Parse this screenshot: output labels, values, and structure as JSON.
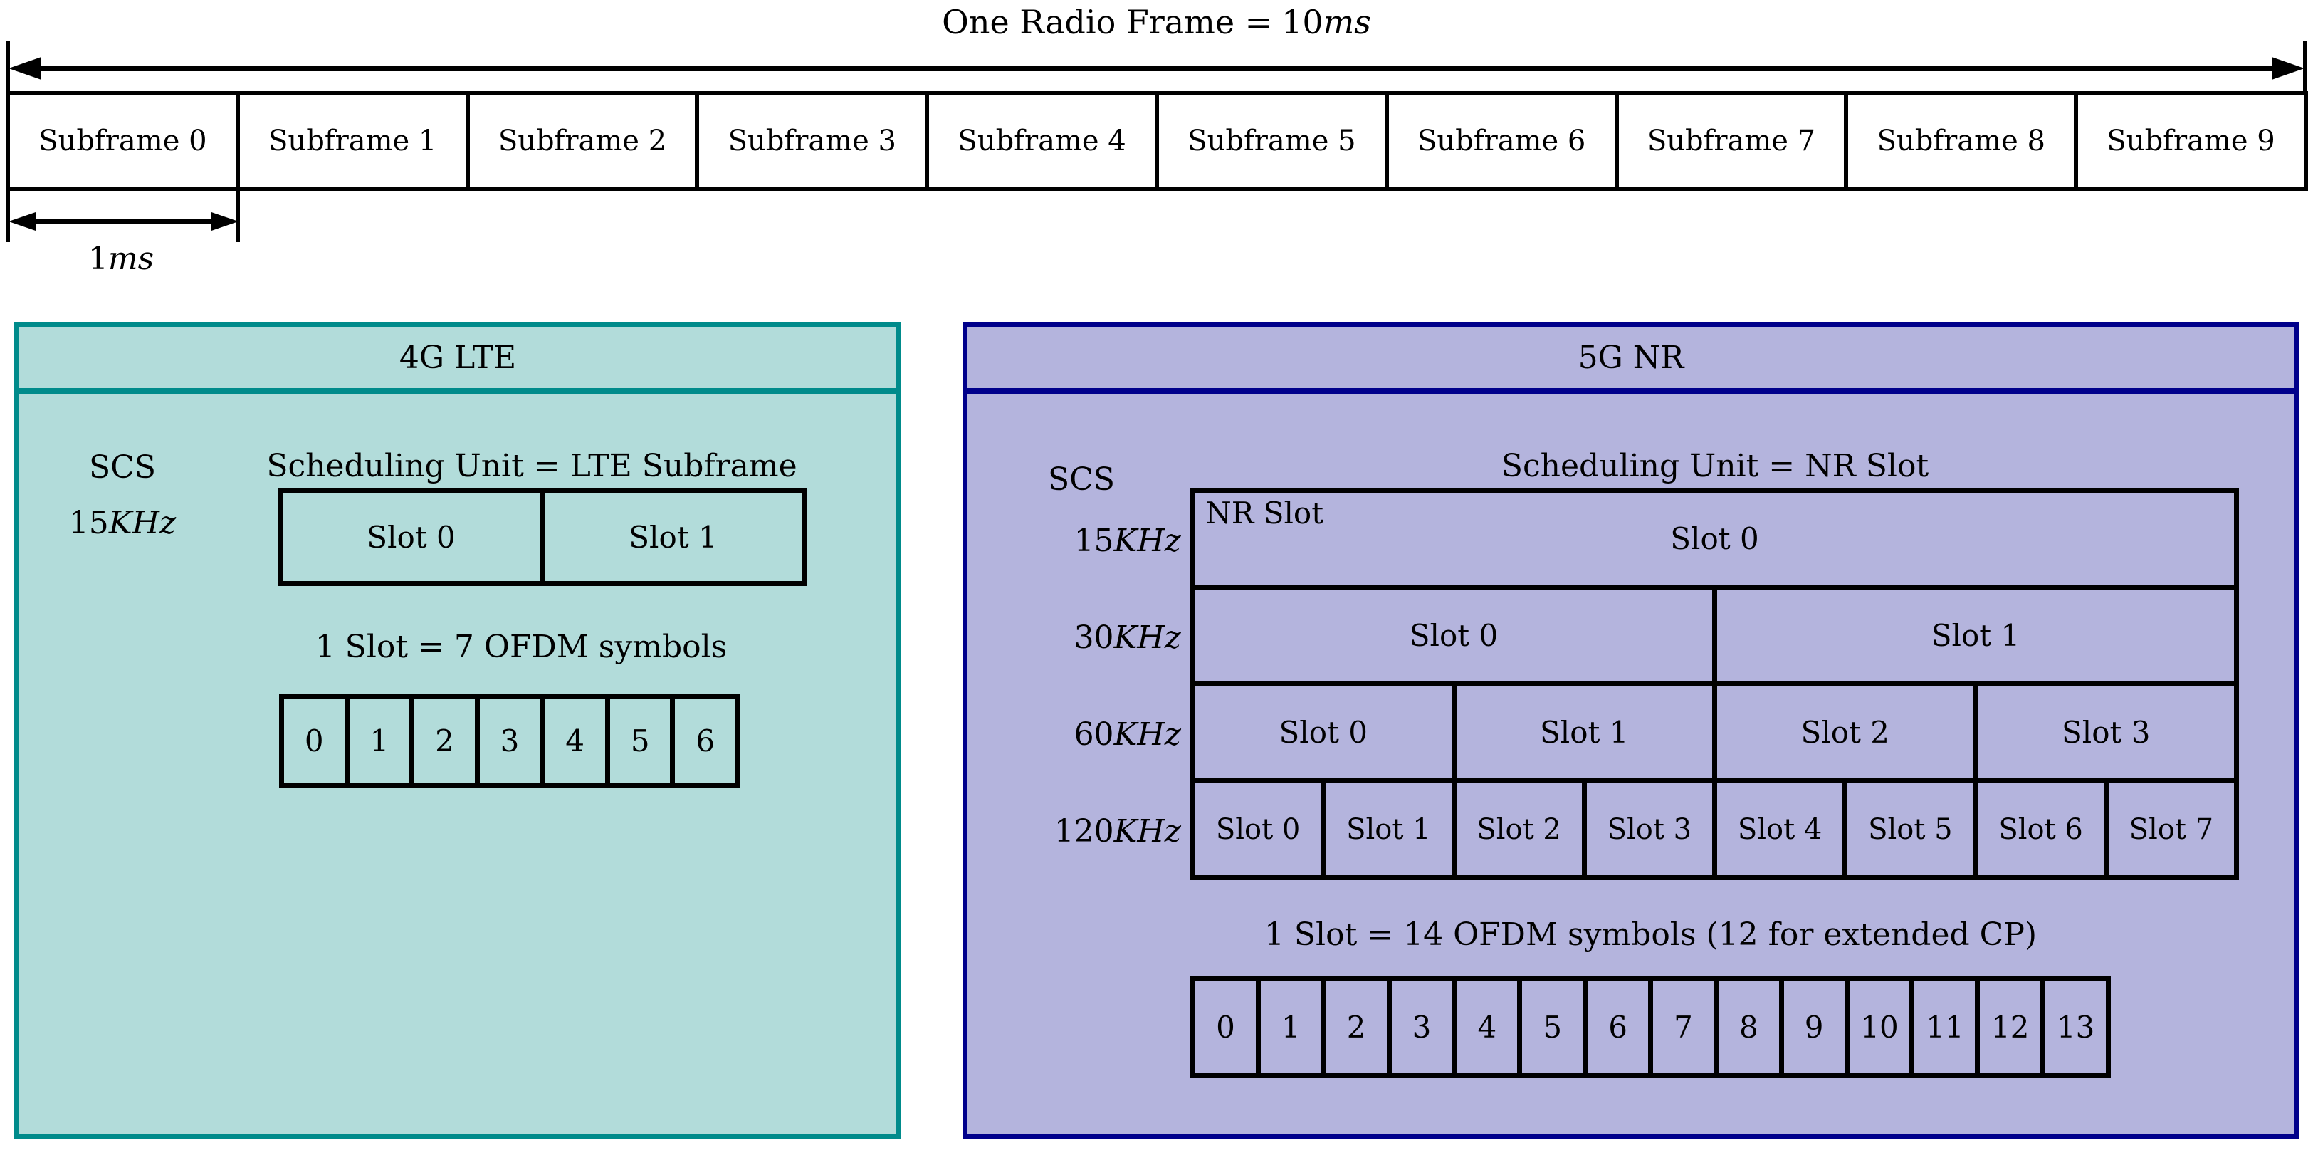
{
  "colors": {
    "frame-bg": "#FFFFFF",
    "lte-border": "#008B8B",
    "lte-fill": "#B2DCDA",
    "nr-border": "#00008B",
    "nr-fill": "#B4B4DD"
  },
  "frame": {
    "title_prefix": "One Radio Frame =",
    "title_value_num": "10",
    "title_value_unit": "ms",
    "subframes": [
      "Subframe 0",
      "Subframe 1",
      "Subframe 2",
      "Subframe 3",
      "Subframe 4",
      "Subframe 5",
      "Subframe 6",
      "Subframe 7",
      "Subframe 8",
      "Subframe 9"
    ],
    "duration_num": "1",
    "duration_unit": "ms"
  },
  "lte": {
    "title": "4G LTE",
    "scs_label": "SCS",
    "scs_num": "15",
    "scs_unit": "KHz",
    "scheduling_title": "Scheduling Unit = LTE Subframe",
    "slots": [
      "Slot 0",
      "Slot 1"
    ],
    "symbols_title": "1 Slot = 7 OFDM symbols",
    "symbols": [
      "0",
      "1",
      "2",
      "3",
      "4",
      "5",
      "6"
    ]
  },
  "nr": {
    "title": "5G NR",
    "scs_label": "SCS",
    "scheduling_title": "Scheduling Unit = NR Slot",
    "nr_slot_caption": "NR Slot",
    "rows": [
      {
        "scs_num": "15",
        "scs_unit": "KHz",
        "slots": [
          "Slot 0"
        ]
      },
      {
        "scs_num": "30",
        "scs_unit": "KHz",
        "slots": [
          "Slot 0",
          "Slot 1"
        ]
      },
      {
        "scs_num": "60",
        "scs_unit": "KHz",
        "slots": [
          "Slot 0",
          "Slot 1",
          "Slot 2",
          "Slot 3"
        ]
      },
      {
        "scs_num": "120",
        "scs_unit": "KHz",
        "slots": [
          "Slot 0",
          "Slot 1",
          "Slot 2",
          "Slot 3",
          "Slot 4",
          "Slot 5",
          "Slot 6",
          "Slot 7"
        ]
      }
    ],
    "symbols_title": "1 Slot = 14 OFDM symbols (12 for extended CP)",
    "symbols": [
      "0",
      "1",
      "2",
      "3",
      "4",
      "5",
      "6",
      "7",
      "8",
      "9",
      "10",
      "11",
      "12",
      "13"
    ]
  }
}
